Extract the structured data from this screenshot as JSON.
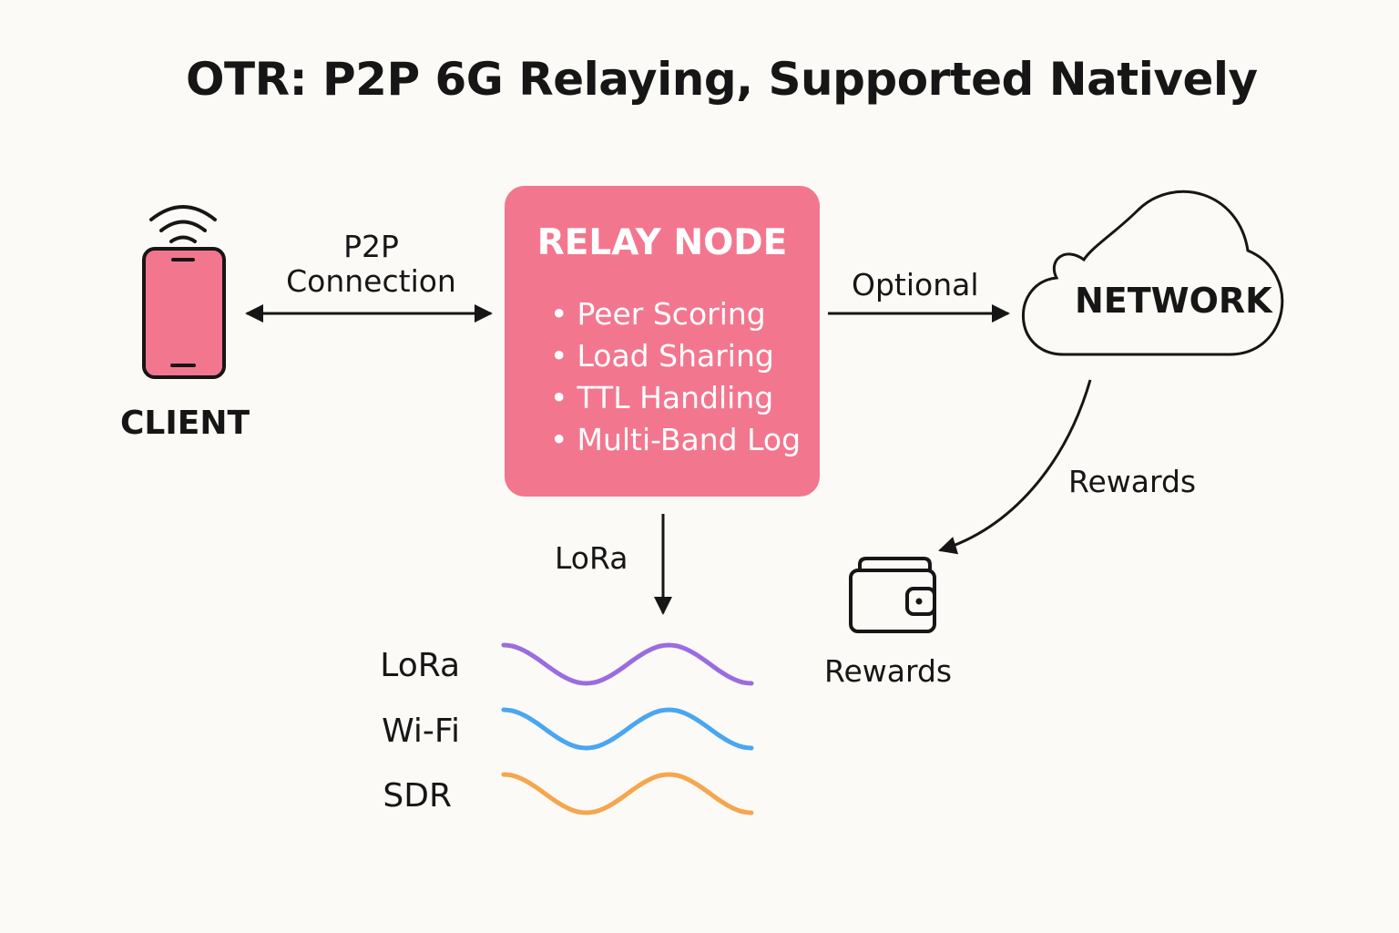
{
  "title": "OTR: P2P 6G Relaying, Supported Natively",
  "client": {
    "label": "CLIENT",
    "icon": "smartphone-wifi-icon",
    "color": "#f3768f"
  },
  "p2p_connection": {
    "line1": "P2P",
    "line2": "Connection"
  },
  "relay_node": {
    "title": "RELAY NODE",
    "features": [
      "Peer Scoring",
      "Load Sharing",
      "TTL Handling",
      "Multi-Band Log"
    ],
    "color": "#f3768f"
  },
  "optional_label": "Optional",
  "network": {
    "label": "NETWORK",
    "icon": "cloud-icon"
  },
  "rewards_arrow_label": "Rewards",
  "rewards": {
    "label": "Rewards",
    "icon": "wallet-icon"
  },
  "lora_arrow_label": "LoRa",
  "bands": [
    {
      "name": "LoRa",
      "color": "#9b6ce0"
    },
    {
      "name": "Wi-Fi",
      "color": "#4aa6f0"
    },
    {
      "name": "SDR",
      "color": "#f5a64e"
    }
  ]
}
